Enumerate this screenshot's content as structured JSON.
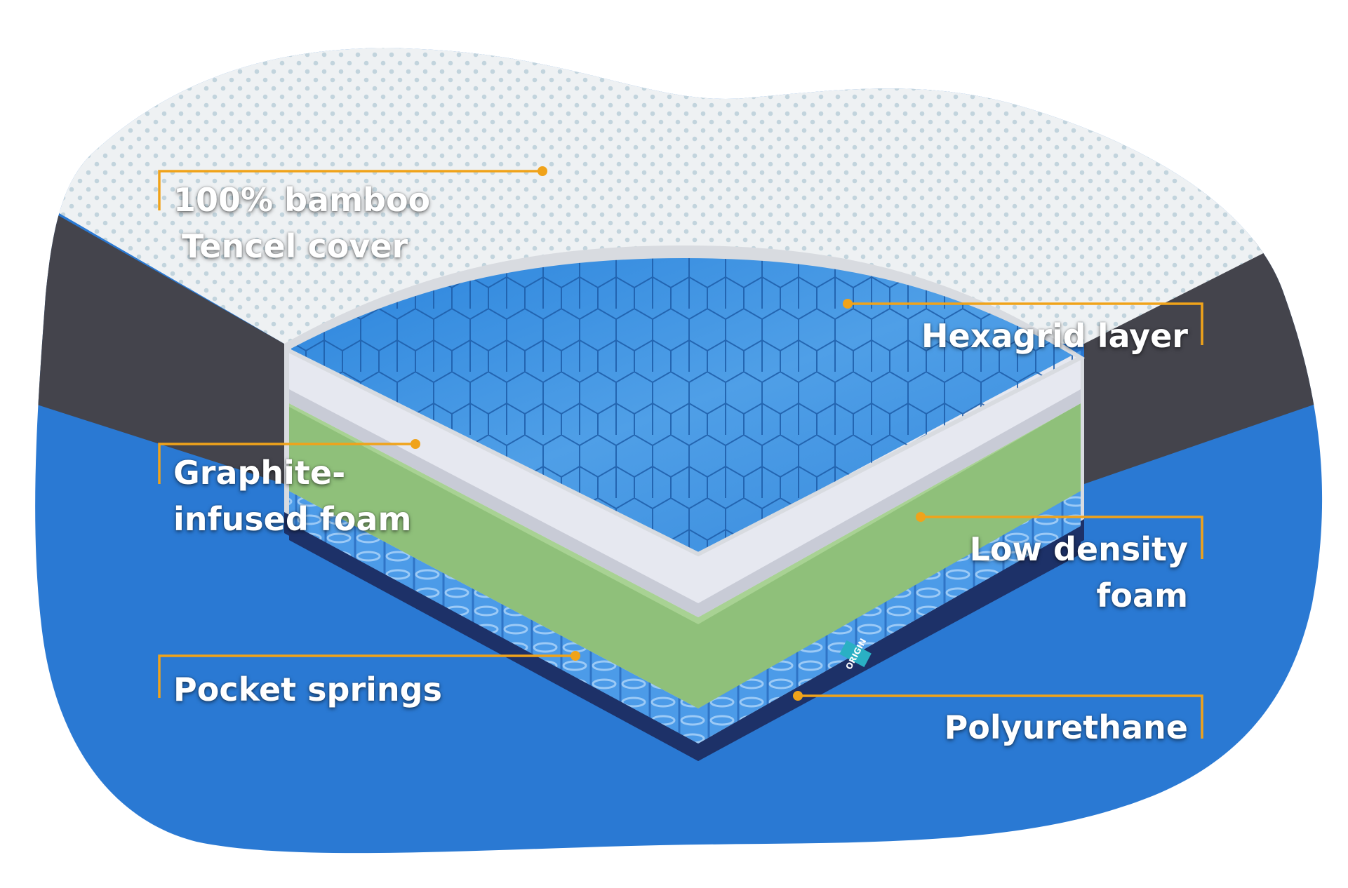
{
  "labels": {
    "cover": [
      "100% bamboo",
      "Tencel cover"
    ],
    "hexagrid": [
      "Hexagrid layer"
    ],
    "graphite": [
      "Graphite-",
      "infused foam"
    ],
    "low_density": [
      "Low density",
      "foam"
    ],
    "pocket_springs": [
      "Pocket springs"
    ],
    "polyurethane": [
      "Polyurethane"
    ]
  },
  "brand": "ORIGIN",
  "colors": {
    "blob_blue": "#2a79d3",
    "side_dark": "#44444c",
    "cover_white": "#eef1f3",
    "cover_dots": "#c2d4dd",
    "hex_blue": "#3a91e0",
    "white_foam": "#e6e8f0",
    "green_foam": "#8fc07a",
    "springs": "#4c9be8",
    "base_navy": "#1d3168",
    "leader": "#f0a31a"
  }
}
